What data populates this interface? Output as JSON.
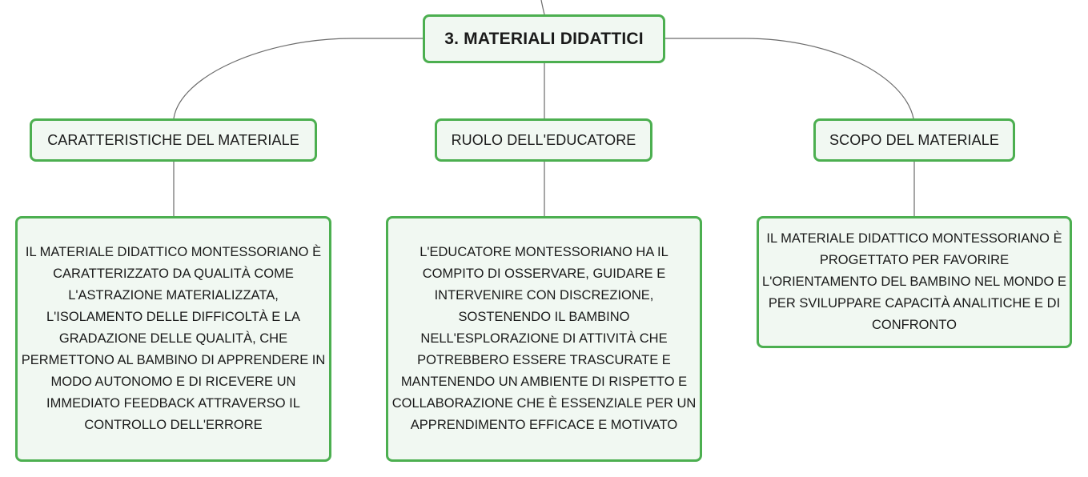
{
  "theme": {
    "node_border": "#4caf50",
    "node_fill": "#f1f8f2",
    "connector": "#6b6b6b",
    "text": "#1a1a1a"
  },
  "root": {
    "title": "3. MATERIALI DIDATTICI"
  },
  "branches": [
    {
      "title": "CARATTERISTICHE DEL MATERIALE",
      "detail": "IL MATERIALE DIDATTICO MONTESSORIANO È CARATTERIZZATO DA QUALITÀ COME L'ASTRAZIONE MATERIALIZZATA, L'ISOLAMENTO DELLE DIFFICOLTÀ E LA GRADAZIONE DELLE QUALITÀ, CHE PERMETTONO AL BAMBINO DI APPRENDERE IN MODO AUTONOMO E DI RICEVERE UN IMMEDIATO FEEDBACK ATTRAVERSO IL CONTROLLO DELL'ERRORE"
    },
    {
      "title": "RUOLO DELL'EDUCATORE",
      "detail": "L'EDUCATORE MONTESSORIANO HA IL COMPITO DI OSSERVARE, GUIDARE E INTERVENIRE CON DISCREZIONE, SOSTENENDO IL BAMBINO NELL'ESPLORAZIONE DI ATTIVITÀ CHE POTREBBERO ESSERE TRASCURATE E MANTENENDO UN AMBIENTE DI RISPETTO E COLLABORAZIONE CHE È ESSENZIALE PER UN APPRENDIMENTO EFFICACE E MOTIVATO"
    },
    {
      "title": "SCOPO DEL MATERIALE",
      "detail": "IL MATERIALE DIDATTICO MONTESSORIANO È PROGETTATO PER FAVORIRE L'ORIENTAMENTO DEL BAMBINO NEL MONDO E PER SVILUPPARE CAPACITÀ ANALITICHE E DI CONFRONTO"
    }
  ]
}
